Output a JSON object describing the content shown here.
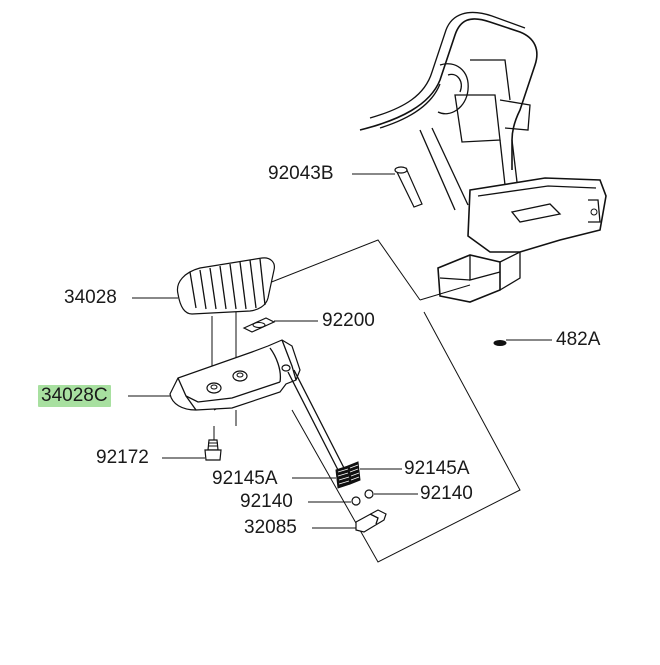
{
  "colors": {
    "highlight": "#a8e0a0",
    "line": "#111111",
    "background": "#ffffff"
  },
  "parts": {
    "p92043B": "92043B",
    "p34028": "34028",
    "p92200": "92200",
    "p482A": "482A",
    "p34028C": "34028C",
    "p92172": "92172",
    "p92145A_left": "92145A",
    "p92145A_right": "92145A",
    "p92140_left": "92140",
    "p92140_right": "92140",
    "p32085": "32085"
  }
}
